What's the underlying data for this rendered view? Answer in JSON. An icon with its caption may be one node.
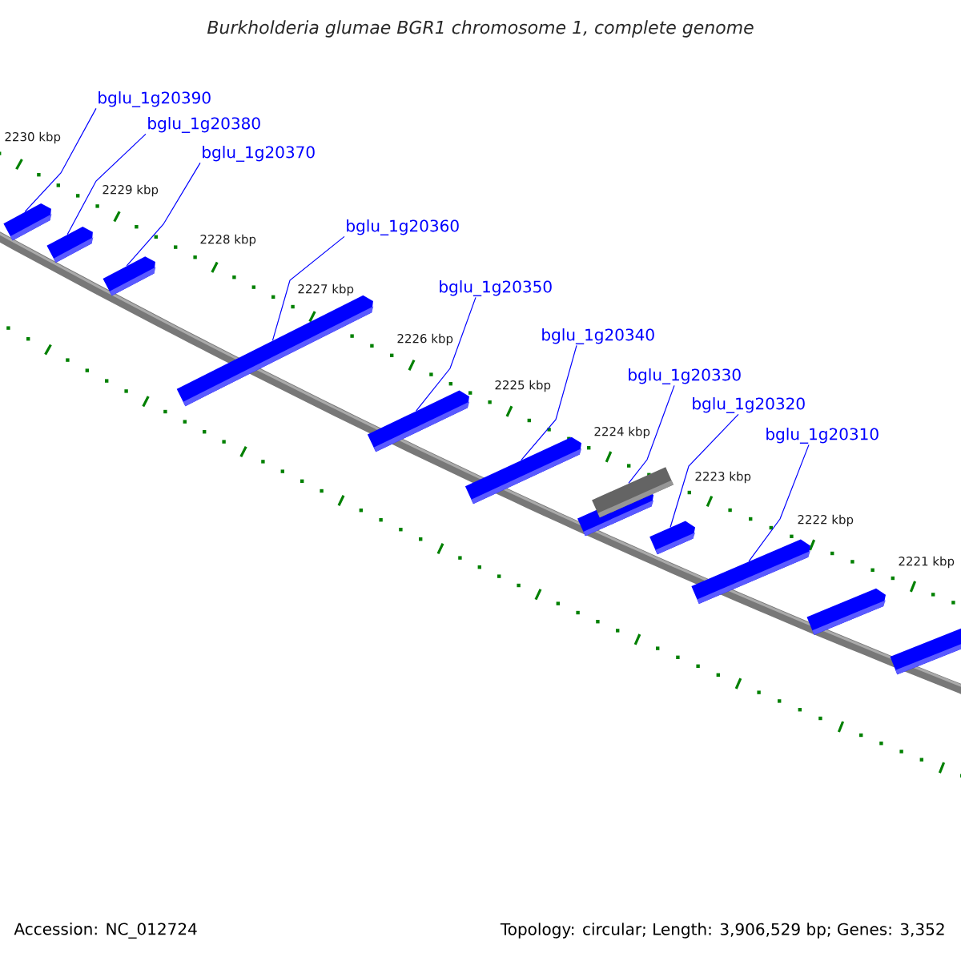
{
  "diagram": {
    "title": "Burkholderia glumae BGR1 chromosome 1, complete genome",
    "nodes": [
      {
        "text": [
          "bglu_1g20390"
        ]
      },
      {
        "text": [
          "bglu_1g20380"
        ]
      },
      {
        "text": [
          "bglu_1g20370"
        ]
      },
      {
        "text": [
          "bglu_1g20360"
        ]
      },
      {
        "text": [
          "bglu_1g20350"
        ]
      },
      {
        "text": [
          "bglu_1g20340"
        ]
      },
      {
        "text": [
          "bglu_1g20330"
        ]
      },
      {
        "text": [
          "bglu_1g20320"
        ]
      },
      {
        "text": [
          "bglu_1g20310"
        ]
      },
      {
        "text": [],
        "shape": "pentagon"
      },
      {
        "text": [],
        "shape": "pentagon"
      },
      {
        "text": [],
        "shape": "pentagon"
      },
      {
        "text": [],
        "shape": "pentagon"
      },
      {
        "text": [],
        "shape": "pentagon"
      },
      {
        "text": [],
        "shape": "pentagon"
      },
      {
        "text": [],
        "shape": "pentagon"
      },
      {
        "text": [],
        "shape": "box"
      },
      {
        "text": [],
        "shape": "pentagon"
      },
      {
        "text": [],
        "shape": "pentagon"
      },
      {
        "text": [],
        "shape": "pentagon"
      },
      {
        "text": [],
        "shape": "pentagon"
      }
    ],
    "edges": [
      {
        "from": 0,
        "to": 9,
        "arrow": "none"
      },
      {
        "from": 1,
        "to": 10,
        "arrow": "none"
      },
      {
        "from": 2,
        "to": 11,
        "arrow": "none"
      },
      {
        "from": 3,
        "to": 12,
        "arrow": "none"
      },
      {
        "from": 4,
        "to": 13,
        "arrow": "none"
      },
      {
        "from": 5,
        "to": 14,
        "arrow": "none"
      },
      {
        "from": 6,
        "to": 16,
        "arrow": "none"
      },
      {
        "from": 7,
        "to": 17,
        "arrow": "none"
      },
      {
        "from": 8,
        "to": 18,
        "arrow": "none"
      }
    ],
    "labels": [
      "2230 kbp",
      "2229 kbp",
      "2228 kbp",
      "2227 kbp",
      "2226 kbp",
      "2225 kbp",
      "2224 kbp",
      "2223 kbp",
      "2222 kbp",
      "2221 kbp",
      "Accession: NC_012724",
      "Topology: circular; Length: 3,906,529 bp; Genes: 3,352"
    ]
  }
}
